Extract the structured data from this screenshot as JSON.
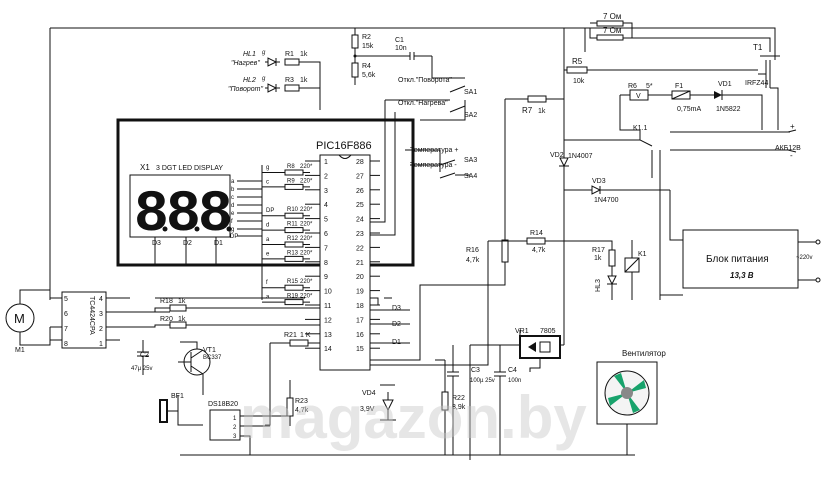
{
  "mcu": {
    "name": "PIC16F886",
    "left_pins": [
      "1",
      "2",
      "3",
      "4",
      "5",
      "6",
      "7",
      "8",
      "9",
      "10",
      "11",
      "12",
      "13",
      "14"
    ],
    "right_pins": [
      "28",
      "27",
      "26",
      "25",
      "24",
      "23",
      "22",
      "21",
      "20",
      "19",
      "18",
      "17",
      "16",
      "15"
    ]
  },
  "display": {
    "ref": "X1",
    "label": "3 DGT LED DISPLAY",
    "segments": [
      "a",
      "b",
      "c",
      "d",
      "e",
      "f",
      "g",
      "DP"
    ],
    "digit_labels": [
      "D3",
      "D2",
      "D1"
    ]
  },
  "leds": [
    {
      "ref": "HL1",
      "desc": "\"Нагрев\"",
      "pin": "g",
      "res": "R1",
      "val": "1k"
    },
    {
      "ref": "HL2",
      "desc": "\"Поворот\"",
      "pin": "g",
      "res": "R3",
      "val": "1k"
    }
  ],
  "seg_resistors": [
    {
      "seg": "g",
      "ref": "R8",
      "val": "220*"
    },
    {
      "seg": "c",
      "ref": "R9",
      "val": "220*"
    },
    {
      "seg": "DP",
      "ref": "R10",
      "val": "220*"
    },
    {
      "seg": "d",
      "ref": "R11",
      "val": "220*"
    },
    {
      "seg": "a",
      "ref": "R12",
      "val": "220*"
    },
    {
      "seg": "e",
      "ref": "R13",
      "val": "220*"
    },
    {
      "seg": "f",
      "ref": "R15",
      "val": "220*"
    },
    {
      "seg": "a",
      "ref": "R19",
      "val": "220*"
    }
  ],
  "top_parts": {
    "r2": "R2",
    "r2v": "15k",
    "r4": "R4",
    "r4v": "5,6k",
    "c1": "C1",
    "c1v": "10n",
    "r5": "R5",
    "r5v": "10k",
    "r7": "R7",
    "r7v": "1k",
    "r6": "R6",
    "r6v": "5*",
    "f1": "F1",
    "f1v": "0,75mA",
    "vd1": "VD1",
    "vd1v": "1N5822",
    "t1": "T1",
    "t1v": "IRFZ44",
    "heater_a": "7 Ом",
    "heater_b": "7 Ом",
    "k11": "K1.1",
    "battery": "АКБ12В",
    "plus": "+",
    "minus": "-"
  },
  "switches": [
    {
      "text": "Откл.\"Поворота\"",
      "ref": "SA1"
    },
    {
      "text": "Откл.\"Нагрева\"",
      "ref": "SA2"
    },
    {
      "text": "Температура +",
      "ref": "SA3"
    },
    {
      "text": "Температура -",
      "ref": "SA4"
    }
  ],
  "digit_outputs": [
    "D3",
    "D2",
    "D1"
  ],
  "right_parts": {
    "vd2": "VD2",
    "vd2v": "1N4007",
    "vd3": "VD3",
    "vd3v": "1N4700",
    "r14": "R14",
    "r14v": "4,7k",
    "r16": "R16",
    "r16v": "4,7k",
    "r17": "R17",
    "r17v": "1k",
    "hl3": "HL3",
    "k1": "K1",
    "psu": "Блок питания",
    "psu_v": "13,3 В",
    "mains": "~220v",
    "vr1": "VR1",
    "vr1v": "7805",
    "fan": "Вентилятор"
  },
  "bottom_parts": {
    "driver": "TC4424CPA",
    "motor": "M1",
    "r18": "R18",
    "r18v": "1k",
    "r20": "R20",
    "r20v": "1k",
    "c2": "C2",
    "c2v": "47µ 25v",
    "vt1": "VT1",
    "vt1v": "BC337",
    "r21": "R21",
    "r21v": "1 K",
    "bf1": "BF1",
    "sensor": "DS18B20",
    "r23": "R23",
    "r23v": "4,7k",
    "vd4": "VD4",
    "vd4v": "3,9V",
    "r22": "R22",
    "r22v": "3,9k",
    "c3": "C3",
    "c3v": "100µ 25v",
    "c4": "C4",
    "c4v": "100n"
  },
  "watermark": "magazon.by"
}
